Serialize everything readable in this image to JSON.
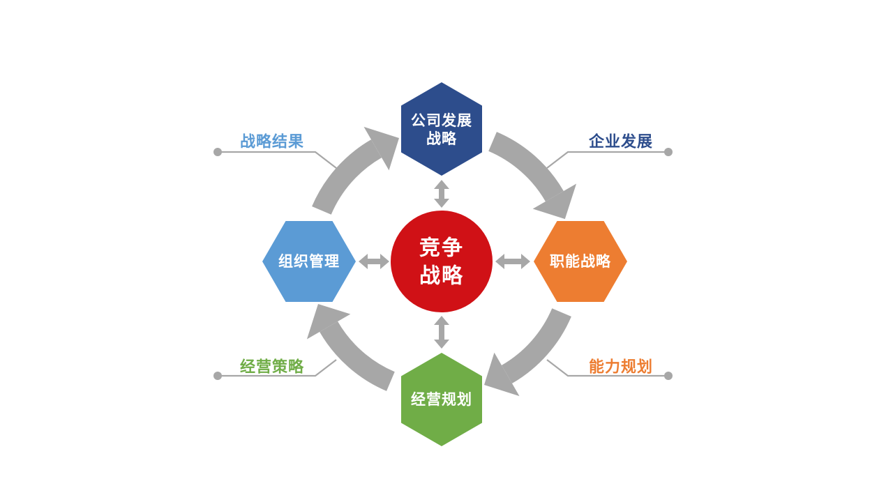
{
  "slide": {
    "background_color": "#FFFFFF",
    "arrow_color": "#A7A7A7",
    "center": {
      "line1": "竞争",
      "line2": "战略",
      "color": "#D01116",
      "text_color": "#FFFFFF"
    },
    "nodes": {
      "top": {
        "line1": "公司发展",
        "line2": "战略",
        "color": "#2D4D8C"
      },
      "right": {
        "label": "职能战略",
        "color": "#ED7D31"
      },
      "bottom": {
        "label": "经营规划",
        "color": "#70AD47"
      },
      "left": {
        "label": "组织管理",
        "color": "#5B9BD5"
      }
    },
    "callouts": {
      "top_left": {
        "label": "战略结果",
        "color": "#5B9BD5"
      },
      "top_right": {
        "label": "企业发展",
        "color": "#2D4D8C"
      },
      "bottom_left": {
        "label": "经营策略",
        "color": "#70AD47"
      },
      "bottom_right": {
        "label": "能力规划",
        "color": "#ED7D31"
      }
    }
  }
}
